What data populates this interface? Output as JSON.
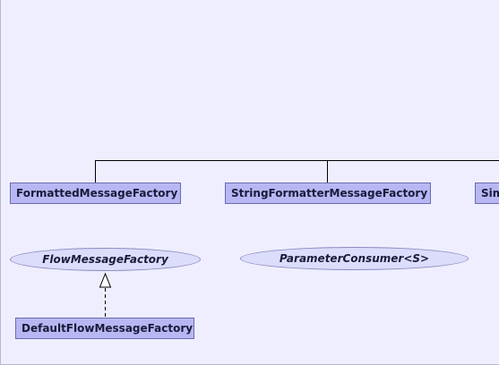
{
  "diagram": {
    "classes": {
      "formatted": "FormattedMessageFactory",
      "string_formatter": "StringFormatterMessageFactory",
      "simple_partial": "Sim",
      "default_flow": "DefaultFlowMessageFactory"
    },
    "interfaces": {
      "flow_message_factory": "FlowMessageFactory",
      "parameter_consumer": "ParameterConsumer<S>"
    }
  }
}
